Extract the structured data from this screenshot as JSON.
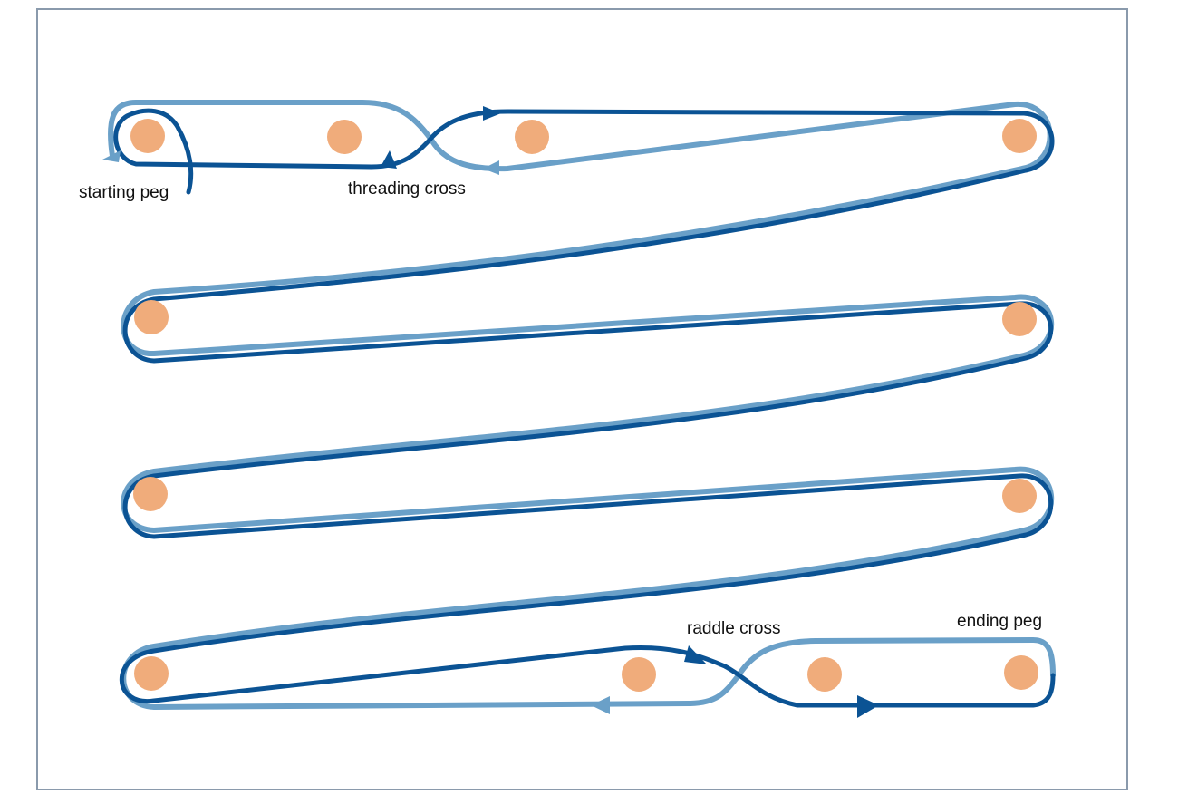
{
  "labels": {
    "starting_peg": "starting peg",
    "threading_cross": "threading cross",
    "raddle_cross": "raddle cross",
    "ending_peg": "ending peg"
  },
  "colors": {
    "frame": "#8a9aac",
    "peg": "#f0ac7b",
    "thread_dark": "#0b5394",
    "thread_light": "#6aa0c8",
    "text": "#111111"
  },
  "icons": {
    "peg": "circle",
    "direction": "arrowhead"
  }
}
